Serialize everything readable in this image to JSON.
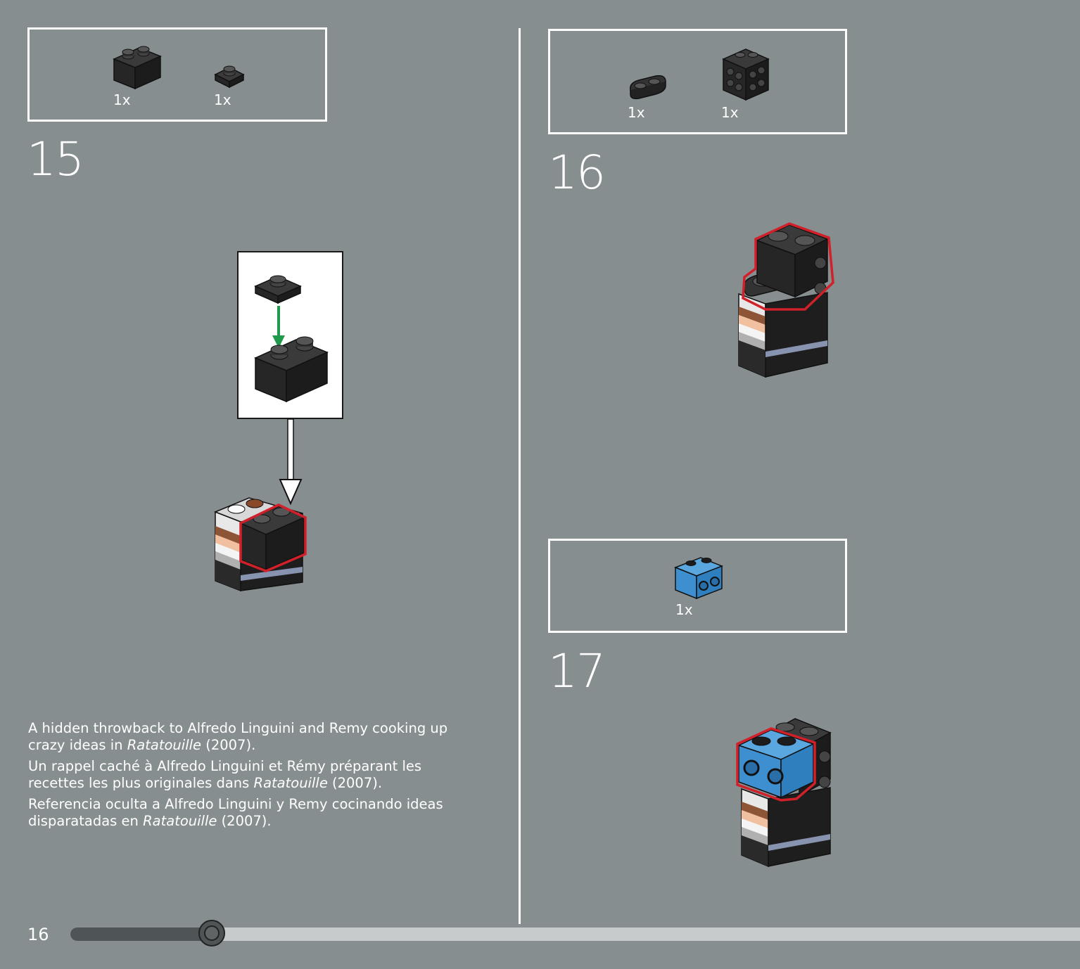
{
  "steps": [
    {
      "number": "15",
      "parts": [
        {
          "icon": "black-brick-1x2-icon",
          "qty": "1x"
        },
        {
          "icon": "black-plate-1x1-icon",
          "qty": "1x"
        }
      ]
    },
    {
      "number": "16",
      "parts": [
        {
          "icon": "black-plate-1x2-rounded-icon",
          "qty": "1x"
        },
        {
          "icon": "black-brick-studs-on-sides-icon",
          "qty": "1x"
        }
      ]
    },
    {
      "number": "17",
      "parts": [
        {
          "icon": "blue-brick-1x2-side-studs-icon",
          "qty": "1x"
        }
      ]
    }
  ],
  "description": {
    "en": {
      "before": "A hidden throwback to Alfredo Linguini and Remy cooking up crazy ideas in ",
      "title": "Ratatouille",
      "after": " (2007)."
    },
    "fr": {
      "before": "Un rappel caché à Alfredo Linguini et Rémy préparant les recettes les plus originales dans ",
      "title": "Ratatouille",
      "after": " (2007)."
    },
    "es": {
      "before": "Referencia oculta a Alfredo Linguini y Remy cocinando ideas disparatadas en ",
      "title": "Ratatouille",
      "after": " (2007)."
    }
  },
  "footer": {
    "page_number": "16",
    "progress_fraction": 0.14
  },
  "colors": {
    "background": "#878e90",
    "highlight_outline": "#d0202a",
    "arrow_green": "#1f9a4a",
    "brick_black": "#2b2b2b",
    "brick_blue": "#3d8fcf"
  }
}
